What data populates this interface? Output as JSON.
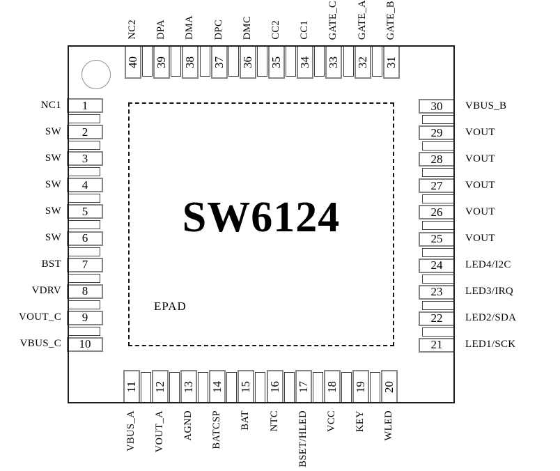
{
  "chip": {
    "title": "SW6124",
    "epad_label": "EPAD",
    "package_pin_count": "40",
    "pin1_marker": "circle-icon"
  },
  "colors": {
    "background": "#ffffff",
    "body_border": "#1c1c1c",
    "pin_box_border": "#858585",
    "stub_border": "#3f3f3f",
    "dashed_border": "#141414",
    "text": "#000000"
  },
  "pins": {
    "left": [
      {
        "num": "1",
        "label": "NC1"
      },
      {
        "num": "2",
        "label": "SW"
      },
      {
        "num": "3",
        "label": "SW"
      },
      {
        "num": "4",
        "label": "SW"
      },
      {
        "num": "5",
        "label": "SW"
      },
      {
        "num": "6",
        "label": "SW"
      },
      {
        "num": "7",
        "label": "BST"
      },
      {
        "num": "8",
        "label": "VDRV"
      },
      {
        "num": "9",
        "label": "VOUT_C"
      },
      {
        "num": "10",
        "label": "VBUS_C"
      }
    ],
    "top": [
      {
        "num": "40",
        "label": "NC2"
      },
      {
        "num": "39",
        "label": "DPA"
      },
      {
        "num": "38",
        "label": "DMA"
      },
      {
        "num": "37",
        "label": "DPC"
      },
      {
        "num": "36",
        "label": "DMC"
      },
      {
        "num": "35",
        "label": "CC2"
      },
      {
        "num": "34",
        "label": "CC1"
      },
      {
        "num": "33",
        "label": "GATE_C"
      },
      {
        "num": "32",
        "label": "GATE_A"
      },
      {
        "num": "31",
        "label": "GATE_B"
      }
    ],
    "right": [
      {
        "num": "30",
        "label": "VBUS_B"
      },
      {
        "num": "29",
        "label": "VOUT"
      },
      {
        "num": "28",
        "label": "VOUT"
      },
      {
        "num": "27",
        "label": "VOUT"
      },
      {
        "num": "26",
        "label": "VOUT"
      },
      {
        "num": "25",
        "label": "VOUT"
      },
      {
        "num": "24",
        "label": "LED4/I2C"
      },
      {
        "num": "23",
        "label": "LED3/IRQ"
      },
      {
        "num": "22",
        "label": "LED2/SDA"
      },
      {
        "num": "21",
        "label": "LED1/SCK"
      }
    ],
    "bottom": [
      {
        "num": "11",
        "label": "VBUS_A"
      },
      {
        "num": "12",
        "label": "VOUT_A"
      },
      {
        "num": "13",
        "label": "AGND"
      },
      {
        "num": "14",
        "label": "BATCSP"
      },
      {
        "num": "15",
        "label": "BAT"
      },
      {
        "num": "16",
        "label": "NTC"
      },
      {
        "num": "17",
        "label": "BSET/HLED"
      },
      {
        "num": "18",
        "label": "VCC"
      },
      {
        "num": "19",
        "label": "KEY"
      },
      {
        "num": "20",
        "label": "WLED"
      }
    ]
  }
}
